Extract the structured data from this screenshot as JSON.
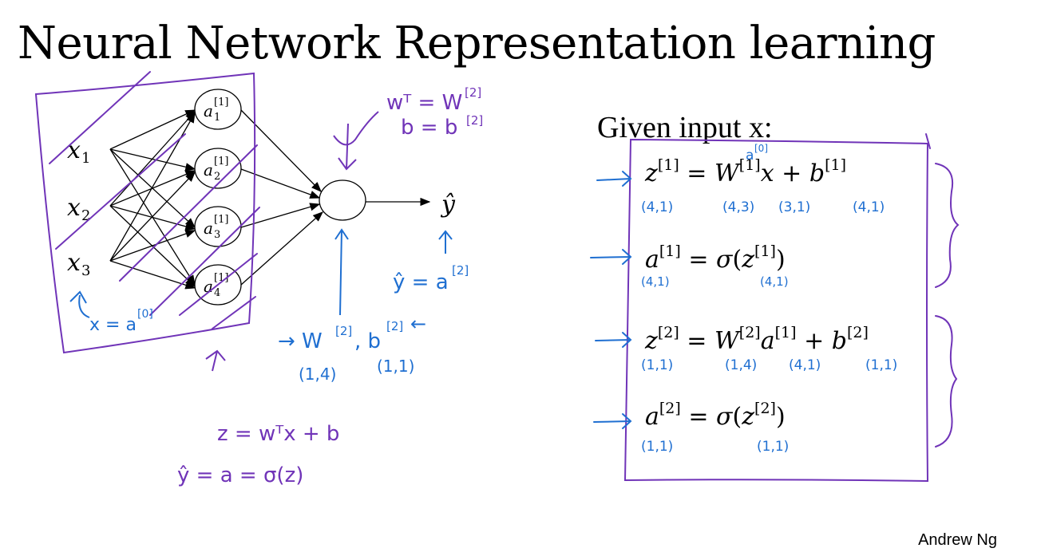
{
  "slide": {
    "title": "Neural Network Representation learning",
    "given": "Given input x:",
    "footer": "Andrew Ng"
  },
  "network": {
    "inputs": [
      "x",
      "x",
      "x"
    ],
    "input_subs": [
      "1",
      "2",
      "3"
    ],
    "hidden_nodes": [
      "a",
      "a",
      "a",
      "a"
    ],
    "hidden_sups": [
      "[1]",
      "[1]",
      "[1]",
      "[1]"
    ],
    "hidden_subs": [
      "1",
      "2",
      "3",
      "4"
    ],
    "output": "ŷ"
  },
  "equations": [
    {
      "lhs": "z",
      "lsup": "[1]",
      "rhs1": "W",
      "rsup1": "[1]",
      "var": "x",
      "vsup": "",
      "rhs2": "b",
      "rsup2": "[1]"
    },
    {
      "lhs": "a",
      "lsup": "[1]",
      "func": "σ",
      "arg": "z",
      "asup": "[1]"
    },
    {
      "lhs": "z",
      "lsup": "[2]",
      "rhs1": "W",
      "rsup1": "[2]",
      "var": "a",
      "vsup": "[1]",
      "rhs2": "b",
      "rsup2": "[2]"
    },
    {
      "lhs": "a",
      "lsup": "[2]",
      "func": "σ",
      "arg": "z",
      "asup": "[2]"
    }
  ],
  "annotations": {
    "wT": "wᵀ = W",
    "wT_sup": "[2]",
    "b_eq": "b = b",
    "b_sup": "[2]",
    "yhat_eq": "ŷ = a",
    "yhat_sup": "[2]",
    "x_eq": "x = a",
    "x_sup": "[0]",
    "w2b2": "→ W",
    "w2_sup": "[2]",
    "b2": ", b",
    "b2_sup": "[2]",
    "b2_arrow": "←",
    "w2_dim": "(1,4)",
    "b2_dim": "(1,1)",
    "z_formula": "z = wᵀx + b",
    "yhat_formula": "ŷ = a = σ(z)",
    "a0_over_x": "a",
    "a0_over_x_sup": "[0]",
    "dims_row1": [
      "(4,1)",
      "(4,3)",
      "(3,1)",
      "(4,1)"
    ],
    "dims_row2": [
      "(4,1)",
      "(4,1)"
    ],
    "dims_row3": [
      "(1,1)",
      "(1,4)",
      "(4,1)",
      "(1,1)"
    ],
    "dims_row4": [
      "(1,1)",
      "(1,1)"
    ]
  },
  "colors": {
    "ink_purple": "#7034b8",
    "ink_blue": "#1f6fd1",
    "black": "#000000"
  }
}
